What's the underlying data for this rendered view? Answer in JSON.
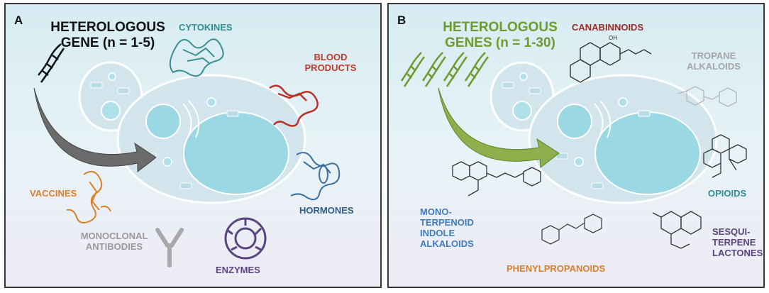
{
  "panel_a": {
    "letter": "A",
    "title_line1": "HETEROLOGOUS",
    "title_line2": "GENE (n = 1-5)",
    "title_color": "#111111",
    "categories": {
      "cytokines": "CYTOKINES",
      "blood1": "BLOOD",
      "blood2": "PRODUCTS",
      "vaccines": "VACCINES",
      "hormones": "HORMONES",
      "mono1": "MONOCLONAL",
      "mono2": "ANTIBODIES",
      "enzymes": "ENZYMES"
    }
  },
  "panel_b": {
    "letter": "B",
    "title_line1": "HETEROLOGOUS",
    "title_line2": "GENES (n = 1-30)",
    "title_color": "#6e9a2e",
    "categories": {
      "canabinnoids": "CANABINNOIDS",
      "tropane1": "TROPANE",
      "tropane2": "ALKALOIDS",
      "opioids": "OPIOIDS",
      "mti1": "MONO-",
      "mti2": "TERPENOID",
      "mti3": "INDOLE",
      "mti4": "ALKALOIDS",
      "sesq1": "SESQUI-",
      "sesq2": "TERPENE",
      "sesq3": "LACTONES",
      "phenyl": "PHENYLPROPANOIDS"
    }
  },
  "colors": {
    "cytokines": "#2e8f94",
    "blood": "#c0392b",
    "vaccines": "#d9822b",
    "hormones": "#2f5d8a",
    "monoclonal": "#9a9a9a",
    "enzymes": "#5a4580",
    "canabinnoids": "#9b2b25",
    "tropane": "#a6a6a6",
    "opioids": "#2e8f94",
    "mti": "#3d7cc4",
    "sesq": "#5a4580",
    "phenyl": "#d9822b"
  }
}
